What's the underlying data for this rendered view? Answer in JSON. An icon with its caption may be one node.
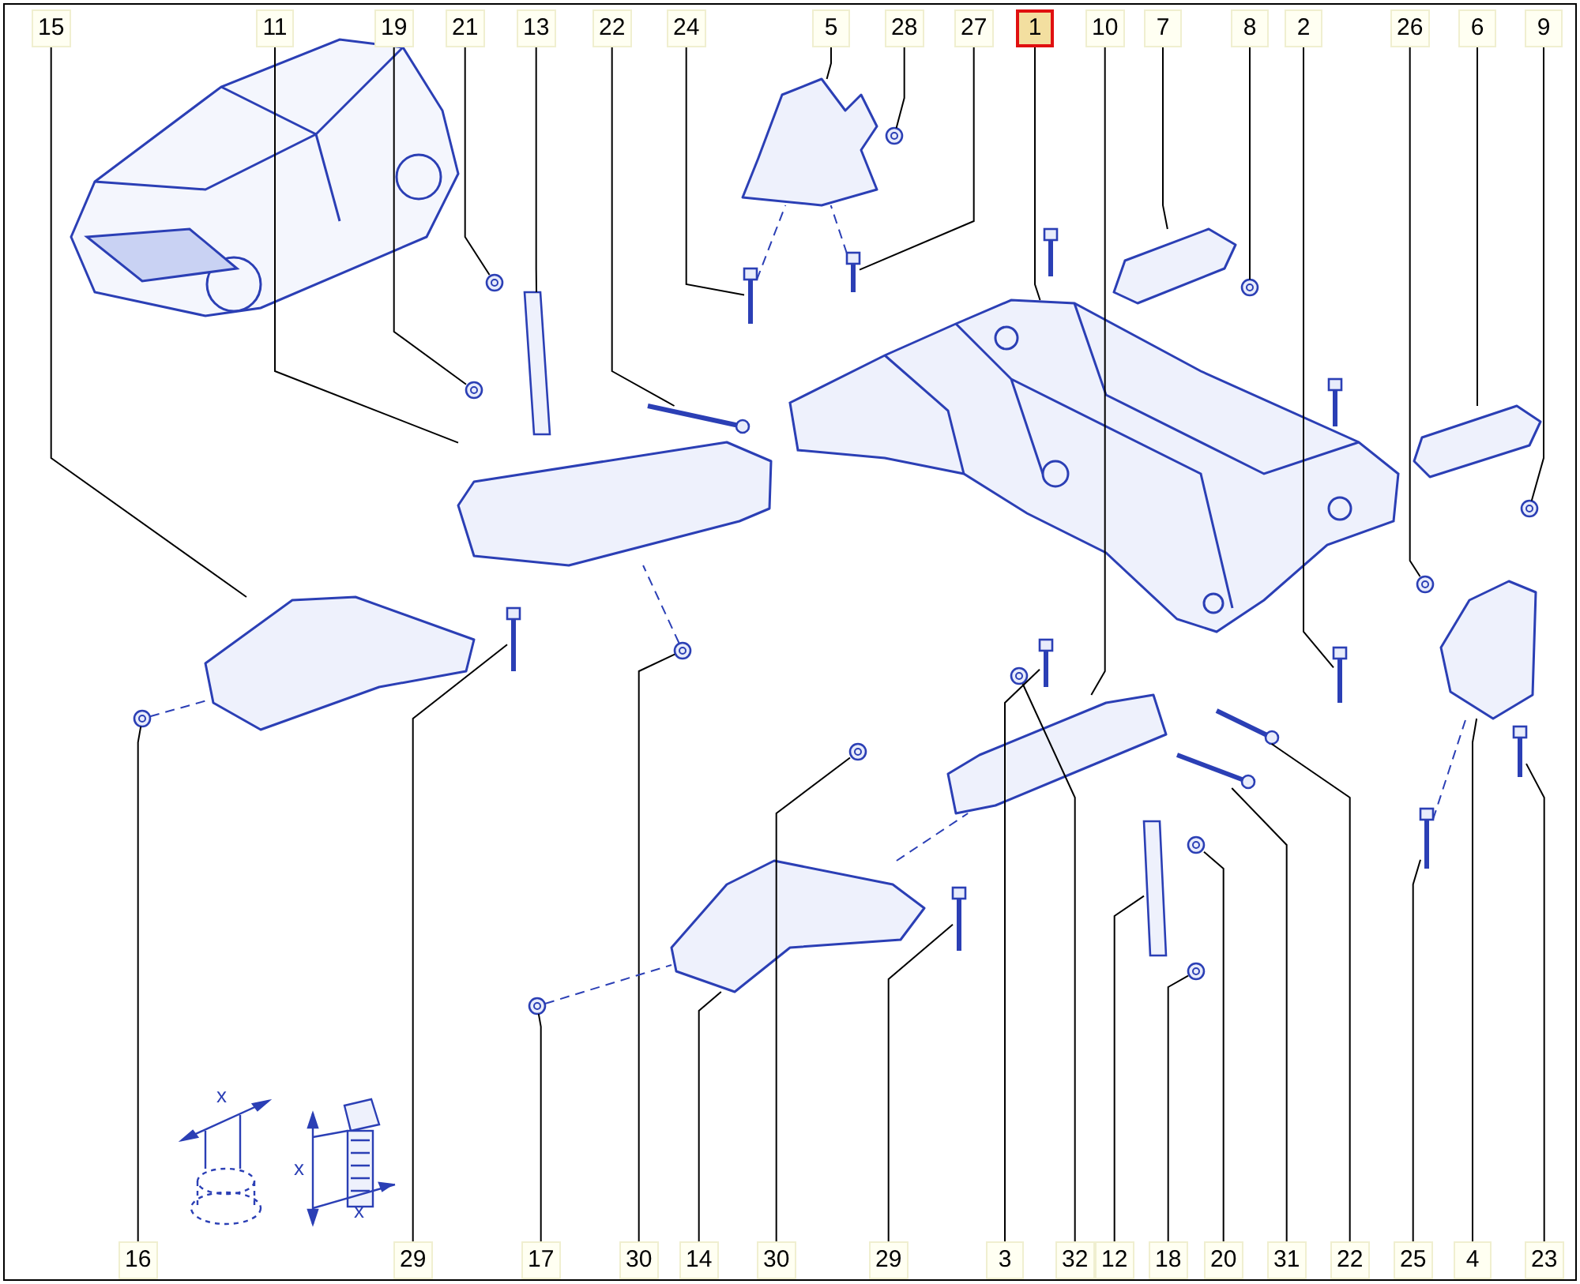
{
  "diagram": {
    "nodes": [
      {
        "text": [
          "15"
        ]
      },
      {
        "text": [
          "11"
        ]
      },
      {
        "text": [
          "19"
        ]
      },
      {
        "text": [
          "21"
        ]
      },
      {
        "text": [
          "13"
        ]
      },
      {
        "text": [
          "22"
        ]
      },
      {
        "text": [
          "24"
        ]
      },
      {
        "text": [
          "5"
        ]
      },
      {
        "text": [
          "28"
        ]
      },
      {
        "text": [
          "27"
        ]
      },
      {
        "text": [
          "1"
        ]
      },
      {
        "text": [
          "10"
        ]
      },
      {
        "text": [
          "7"
        ]
      },
      {
        "text": [
          "8"
        ]
      },
      {
        "text": [
          "2"
        ]
      },
      {
        "text": [
          "26"
        ]
      },
      {
        "text": [
          "6"
        ]
      },
      {
        "text": [
          "9"
        ]
      },
      {
        "text": [
          "16"
        ]
      },
      {
        "text": [
          "29"
        ]
      },
      {
        "text": [
          "17"
        ]
      },
      {
        "text": [
          "30"
        ]
      },
      {
        "text": [
          "14"
        ]
      },
      {
        "text": [
          "30"
        ]
      },
      {
        "text": [
          "29"
        ]
      },
      {
        "text": [
          "3"
        ]
      },
      {
        "text": [
          "32"
        ]
      },
      {
        "text": [
          "12"
        ]
      },
      {
        "text": [
          "18"
        ]
      },
      {
        "text": [
          "20"
        ]
      },
      {
        "text": [
          "31"
        ]
      },
      {
        "text": [
          "22"
        ]
      },
      {
        "text": [
          "25"
        ]
      },
      {
        "text": [
          "4"
        ]
      },
      {
        "text": [
          "23"
        ]
      },
      {
        "text": [],
        "shape": "picture"
      },
      {
        "text": [],
        "shape": "picture"
      },
      {
        "text": [],
        "shape": "picture"
      },
      {
        "text": [],
        "shape": "picture"
      },
      {
        "text": [],
        "shape": "picture"
      },
      {
        "text": [],
        "shape": "picture"
      },
      {
        "text": [],
        "shape": "picture"
      },
      {
        "text": [],
        "shape": "picture"
      },
      {
        "text": [],
        "shape": "picture"
      },
      {
        "text": [],
        "shape": "picture"
      },
      {
        "text": [],
        "shape": "picture"
      },
      {
        "text": [],
        "shape": "picture"
      },
      {
        "text": [],
        "shape": "picture"
      },
      {
        "text": [],
        "shape": "picture"
      },
      {
        "text": [],
        "shape": "picture"
      },
      {
        "text": [],
        "shape": "picture"
      },
      {
        "text": [],
        "shape": "picture"
      },
      {
        "text": [],
        "shape": "picture"
      },
      {
        "text": [],
        "shape": "picture"
      },
      {
        "text": [],
        "shape": "picture"
      },
      {
        "text": [],
        "shape": "picture"
      },
      {
        "text": [],
        "shape": "picture"
      },
      {
        "text": [],
        "shape": "picture"
      },
      {
        "text": [],
        "shape": "picture"
      },
      {
        "text": [],
        "shape": "picture"
      },
      {
        "text": [],
        "shape": "picture"
      },
      {
        "text": [],
        "shape": "picture"
      },
      {
        "text": [],
        "shape": "picture"
      },
      {
        "text": [],
        "shape": "picture"
      },
      {
        "text": [],
        "shape": "picture"
      },
      {
        "text": [],
        "shape": "picture"
      },
      {
        "text": [],
        "shape": "picture"
      },
      {
        "text": [],
        "shape": "picture"
      },
      {
        "text": [],
        "shape": "picture"
      },
      {
        "text": [],
        "shape": "picture"
      }
    ],
    "edges": [
      {
        "from": 0,
        "to": 35,
        "arrow": "none"
      },
      {
        "from": 1,
        "to": 36,
        "arrow": "none"
      },
      {
        "from": 2,
        "to": 37,
        "arrow": "none"
      },
      {
        "from": 3,
        "to": 38,
        "arrow": "none"
      },
      {
        "from": 4,
        "to": 39,
        "arrow": "none"
      },
      {
        "from": 5,
        "to": 40,
        "arrow": "none"
      },
      {
        "from": 6,
        "to": 41,
        "arrow": "none"
      },
      {
        "from": 7,
        "to": 42,
        "arrow": "none"
      },
      {
        "from": 8,
        "to": 43,
        "arrow": "none"
      },
      {
        "from": 9,
        "to": 44,
        "arrow": "none"
      },
      {
        "from": 10,
        "to": 45,
        "arrow": "none"
      },
      {
        "from": 11,
        "to": 46,
        "arrow": "none"
      },
      {
        "from": 12,
        "to": 47,
        "arrow": "none"
      },
      {
        "from": 13,
        "to": 48,
        "arrow": "none"
      },
      {
        "from": 14,
        "to": 49,
        "arrow": "none"
      },
      {
        "from": 15,
        "to": 50,
        "arrow": "none"
      },
      {
        "from": 16,
        "to": 51,
        "arrow": "none"
      },
      {
        "from": 17,
        "to": 52,
        "arrow": "none"
      },
      {
        "from": 18,
        "to": 53,
        "arrow": "none"
      },
      {
        "from": 19,
        "to": 54,
        "arrow": "none"
      },
      {
        "from": 20,
        "to": 55,
        "arrow": "none"
      },
      {
        "from": 21,
        "to": 56,
        "arrow": "none"
      },
      {
        "from": 22,
        "to": 57,
        "arrow": "none"
      },
      {
        "from": 23,
        "to": 58,
        "arrow": "none"
      },
      {
        "from": 24,
        "to": 59,
        "arrow": "none"
      },
      {
        "from": 25,
        "to": 60,
        "arrow": "none"
      },
      {
        "from": 26,
        "to": 61,
        "arrow": "none"
      },
      {
        "from": 27,
        "to": 62,
        "arrow": "none"
      },
      {
        "from": 28,
        "to": 63,
        "arrow": "none"
      },
      {
        "from": 29,
        "to": 64,
        "arrow": "none"
      },
      {
        "from": 30,
        "to": 65,
        "arrow": "none"
      },
      {
        "from": 31,
        "to": 66,
        "arrow": "none"
      },
      {
        "from": 32,
        "to": 67,
        "arrow": "none"
      },
      {
        "from": 33,
        "to": 68,
        "arrow": "none"
      },
      {
        "from": 34,
        "to": 69,
        "arrow": "none"
      },
      {
        "from": 53,
        "to": 35,
        "arrow": "none",
        "style": "dashed",
        "color": "#2b3fb5"
      },
      {
        "from": 56,
        "to": 36,
        "arrow": "none",
        "style": "dashed",
        "color": "#2b3fb5"
      },
      {
        "from": 41,
        "to": 42,
        "arrow": "none",
        "style": "dashed",
        "color": "#2b3fb5"
      },
      {
        "from": 44,
        "to": 42,
        "arrow": "none",
        "style": "dashed",
        "color": "#2b3fb5"
      },
      {
        "from": 55,
        "to": 57,
        "arrow": "none",
        "style": "dashed",
        "color": "#2b3fb5"
      },
      {
        "from": 57,
        "to": 46,
        "arrow": "none",
        "style": "dashed",
        "color": "#2b3fb5"
      },
      {
        "from": 67,
        "to": 68,
        "arrow": "none",
        "style": "dashed",
        "color": "#2b3fb5"
      }
    ],
    "labels": [
      "x",
      "x",
      "x"
    ]
  }
}
